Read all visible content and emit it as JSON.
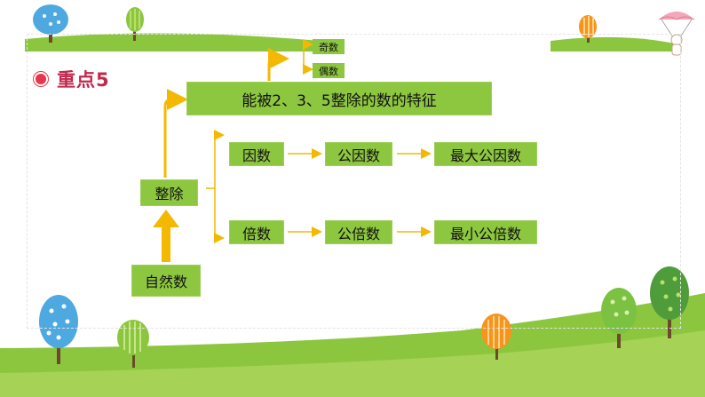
{
  "heading": "重点5",
  "colors": {
    "accent_red": "#e8354b",
    "box_green": "#8dc63f",
    "arrow_yellow": "#f5b800",
    "grass_green": "#8cc63f"
  },
  "diagram": {
    "root": "自然数",
    "level1": "整除",
    "feature_title": "能被2、3、5整除的数的特征",
    "odd": "奇数",
    "even": "偶数",
    "factor_chain": [
      "因数",
      "公因数",
      "最大公因数"
    ],
    "multiple_chain": [
      "倍数",
      "公倍数",
      "最小公倍数"
    ]
  },
  "icons": {
    "arrow": "arrow-icon",
    "bullet": "circle-bullet-icon",
    "trees": "tree-icon",
    "mascot": "parachute-mascot-icon"
  }
}
